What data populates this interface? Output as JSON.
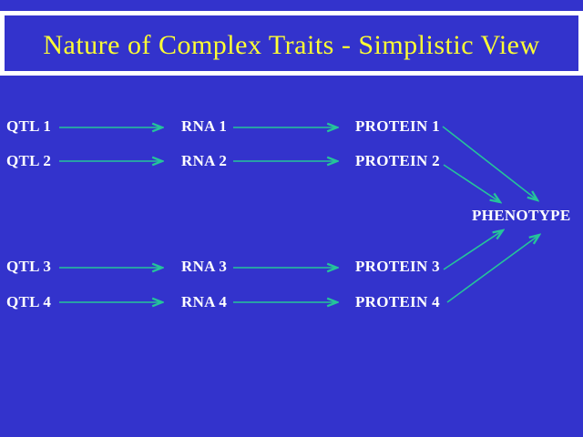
{
  "slide": {
    "title": "Nature of Complex Traits - Simplistic View",
    "colors": {
      "background": "#3333cc",
      "title_text": "#ffff33",
      "title_border": "#ffffff",
      "label_text": "#ffffff",
      "arrow": "#25c49a"
    }
  },
  "diagram": {
    "nodes": {
      "qtl1": "QTL 1",
      "qtl2": "QTL 2",
      "qtl3": "QTL 3",
      "qtl4": "QTL 4",
      "rna1": "RNA 1",
      "rna2": "RNA 2",
      "rna3": "RNA 3",
      "rna4": "RNA 4",
      "protein1": "PROTEIN 1",
      "protein2": "PROTEIN 2",
      "protein3": "PROTEIN 3",
      "protein4": "PROTEIN 4",
      "phenotype": "PHENOTYPE"
    },
    "edges": [
      {
        "from": "QTL 1",
        "to": "RNA 1"
      },
      {
        "from": "QTL 2",
        "to": "RNA 2"
      },
      {
        "from": "QTL 3",
        "to": "RNA 3"
      },
      {
        "from": "QTL 4",
        "to": "RNA 4"
      },
      {
        "from": "RNA 1",
        "to": "PROTEIN 1"
      },
      {
        "from": "RNA 2",
        "to": "PROTEIN 2"
      },
      {
        "from": "RNA 3",
        "to": "PROTEIN 3"
      },
      {
        "from": "RNA 4",
        "to": "PROTEIN 4"
      },
      {
        "from": "PROTEIN 1",
        "to": "PHENOTYPE"
      },
      {
        "from": "PROTEIN 2",
        "to": "PHENOTYPE"
      },
      {
        "from": "PROTEIN 3",
        "to": "PHENOTYPE"
      },
      {
        "from": "PROTEIN 4",
        "to": "PHENOTYPE"
      }
    ]
  }
}
